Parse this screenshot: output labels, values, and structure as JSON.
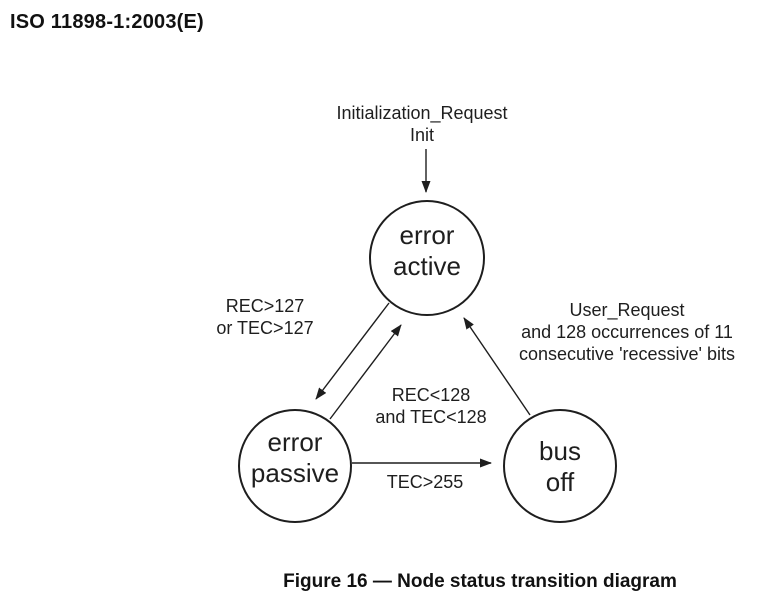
{
  "page": {
    "header": "ISO 11898-1:2003(E)",
    "caption": "Figure 16 — Node status transition diagram"
  },
  "diagram": {
    "type": "state-transition-diagram",
    "ink_color": "#1e1e1e",
    "background_color": "#ffffff",
    "states": {
      "error_active": {
        "line1": "error",
        "line2": "active"
      },
      "error_passive": {
        "line1": "error",
        "line2": "passive"
      },
      "bus_off": {
        "line1": "bus",
        "line2": "off"
      }
    },
    "transitions": {
      "init": {
        "line1": "Initialization_Request",
        "line2": "Init"
      },
      "active_to_passive": {
        "line1": "REC>127",
        "line2": "or TEC>127"
      },
      "passive_to_active": {
        "line1": "REC<128",
        "line2": "and TEC<128"
      },
      "bus_off_to_active": {
        "line1": "User_Request",
        "line2": "and 128 occurrences of 11",
        "line3": "consecutive 'recessive' bits"
      },
      "passive_to_bus_off": {
        "label": "TEC>255"
      }
    }
  }
}
